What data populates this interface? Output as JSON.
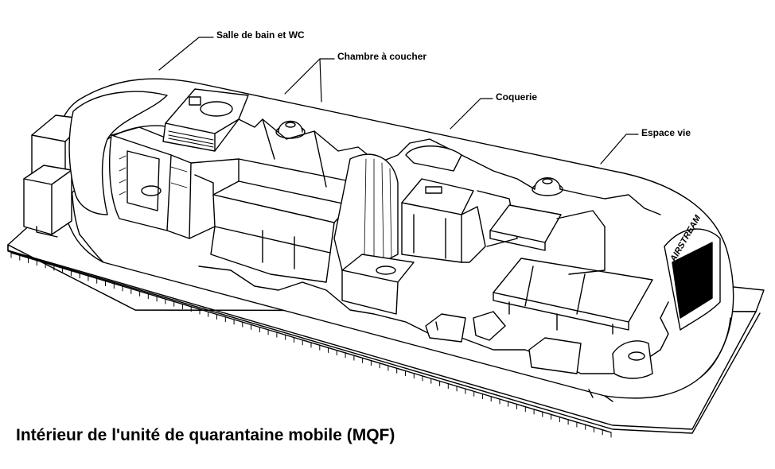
{
  "caption": "Intérieur de l'unité de quarantaine mobile (MQF)",
  "callouts": {
    "bathroom": "Salle de bain et WC",
    "bedroom": "Chambre à coucher",
    "galley": "Coquerie",
    "living": "Espace vie"
  },
  "vehicle_brand": "AIRSTREAM",
  "colors": {
    "ink": "#000000",
    "paper": "#ffffff"
  }
}
